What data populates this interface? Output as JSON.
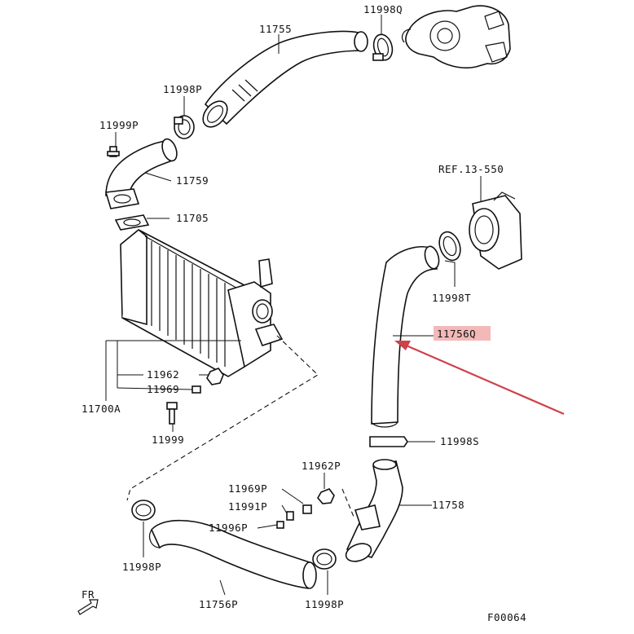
{
  "diagram": {
    "labels": {
      "l11755": "11755",
      "l11998Q": "11998Q",
      "l11998P_top": "11998P",
      "l11999P": "11999P",
      "l11759": "11759",
      "l11705": "11705",
      "lREF": "REF.13-550",
      "l11998T": "11998T",
      "l11756Q": "11756Q",
      "l11962": "11962",
      "l11969": "11969",
      "l11700A": "11700A",
      "l11999": "11999",
      "l11998S": "11998S",
      "l11962P": "11962P",
      "l11969P": "11969P",
      "l11991P": "11991P",
      "l11758": "11758",
      "l11996P": "11996P",
      "l11998P_left": "11998P",
      "l11998P_bottom": "11998P",
      "l11756P": "11756P",
      "lFR": "FR",
      "lF00064": "F00064"
    },
    "colors": {
      "line": "#111111",
      "highlight": "#f3b9b9",
      "arrow": "#d0404a"
    }
  }
}
